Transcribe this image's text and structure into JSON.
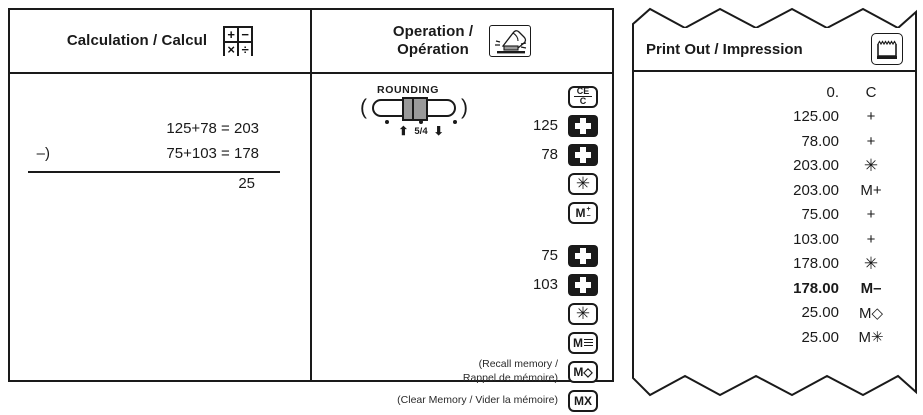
{
  "panels": {
    "calculation": {
      "title": "Calculation / Calcul",
      "icon": "calculator-grid-icon",
      "icon_glyphs": [
        "+",
        "−",
        "×",
        "÷"
      ],
      "lines": [
        {
          "prefix": "",
          "expr": "125+78 = 203"
        },
        {
          "prefix": "–)",
          "expr": "75+103 = 178"
        }
      ],
      "total": "25"
    },
    "operation": {
      "title_line1": "Operation /",
      "title_line2": "Opération",
      "icon": "hand-press-button-icon",
      "rounding": {
        "label": "ROUNDING",
        "left_paren": "(",
        "right_paren": ")",
        "legend_up": "⬆",
        "legend_mid": "5/4",
        "legend_down": "⬇"
      },
      "rows": [
        {
          "num": "",
          "note": "",
          "key": "CE/C",
          "key_type": "ce",
          "style": "light",
          "gap_before": false
        },
        {
          "num": "125",
          "note": "",
          "key": "+",
          "key_type": "plus",
          "style": "dark",
          "gap_before": false
        },
        {
          "num": "78",
          "note": "",
          "key": "+",
          "key_type": "plus",
          "style": "dark",
          "gap_before": false
        },
        {
          "num": "",
          "note": "",
          "key": "✳",
          "key_type": "star",
          "style": "light",
          "gap_before": false
        },
        {
          "num": "",
          "note": "",
          "key": "M±",
          "key_type": "mpm",
          "style": "light",
          "gap_before": false
        },
        {
          "num": "75",
          "note": "",
          "key": "+",
          "key_type": "plus",
          "style": "dark",
          "gap_before": true
        },
        {
          "num": "103",
          "note": "",
          "key": "+",
          "key_type": "plus",
          "style": "dark",
          "gap_before": false
        },
        {
          "num": "",
          "note": "",
          "key": "✳",
          "key_type": "star",
          "style": "light",
          "gap_before": false
        },
        {
          "num": "",
          "note": "",
          "key": "M≡",
          "key_type": "mlines",
          "style": "light",
          "gap_before": false
        },
        {
          "num": "",
          "note": "(Recall memory /\nRappel de mémoire)",
          "key": "M◇",
          "key_type": "mdiamond",
          "style": "light",
          "gap_before": false
        },
        {
          "num": "",
          "note": "(Clear Memory / Vider la mémoire)",
          "key": "MX",
          "key_type": "mx",
          "style": "light",
          "gap_before": false
        }
      ]
    },
    "printout": {
      "title": "Print Out / Impression",
      "icon": "printer-paper-icon",
      "lines": [
        {
          "value": "0.",
          "op": "C",
          "bold": false
        },
        {
          "value": "125.00",
          "op": "+",
          "bold": false
        },
        {
          "value": "78.00",
          "op": "+",
          "bold": false
        },
        {
          "value": "203.00",
          "op": "✳",
          "bold": false
        },
        {
          "value": "203.00",
          "op": "M+",
          "bold": false
        },
        {
          "value": "75.00",
          "op": "+",
          "bold": false
        },
        {
          "value": "103.00",
          "op": "+",
          "bold": false
        },
        {
          "value": "178.00",
          "op": "✳",
          "bold": false
        },
        {
          "value": "178.00",
          "op": "M–",
          "bold": true
        },
        {
          "value": "25.00",
          "op": "M◇",
          "bold": false
        },
        {
          "value": "25.00",
          "op": "M✳",
          "bold": false
        }
      ]
    }
  },
  "colors": {
    "ink": "#1a1a1a",
    "paper": "#ffffff",
    "knob": "#9a9a9a"
  }
}
